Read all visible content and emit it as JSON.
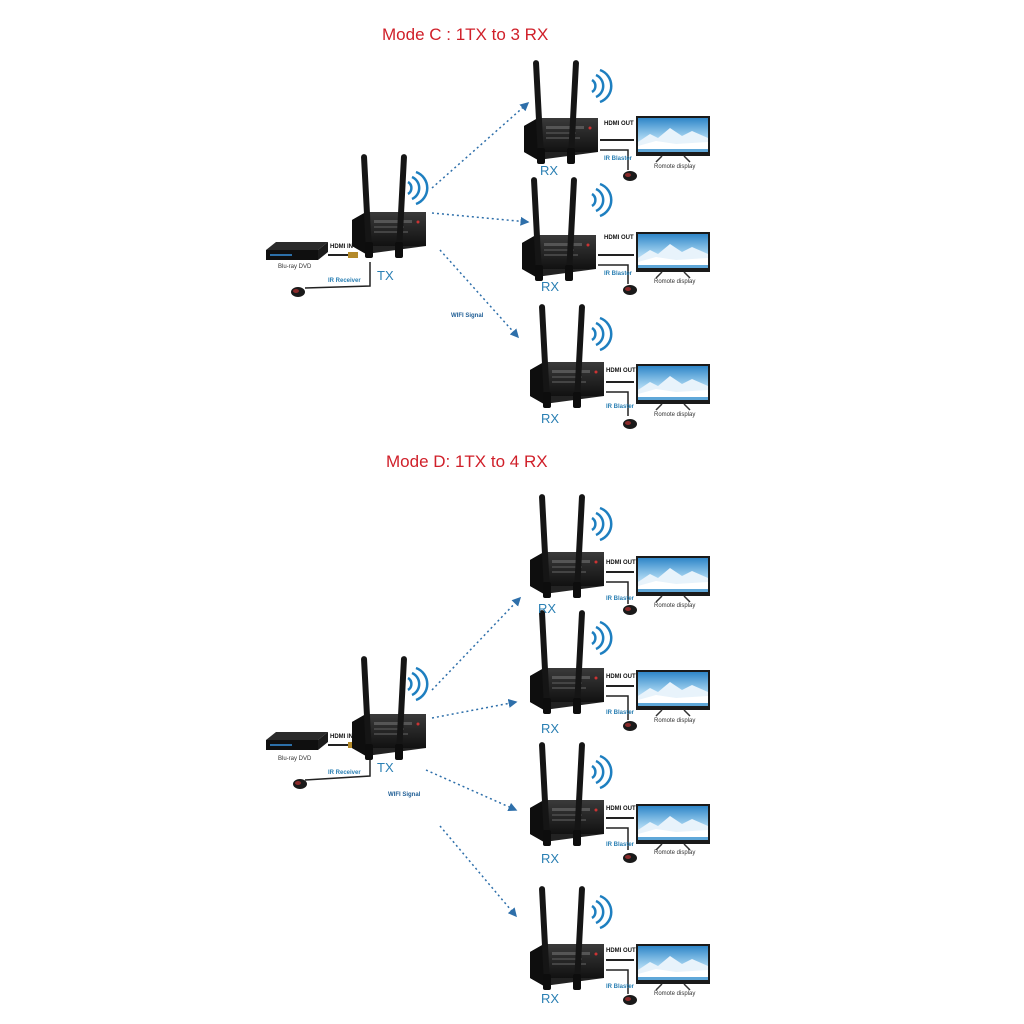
{
  "colors": {
    "title": "#d0202a",
    "accent": "#2a7fb3",
    "arrow": "#2e6faa",
    "device": "#1b1b1b"
  },
  "icons": {
    "signal": "wifi-waves-icon",
    "tv": "tv-icon",
    "antenna": "antenna-icon"
  },
  "modes": [
    {
      "title": "Mode C : 1TX to 3 RX",
      "tx": {
        "label": "TX",
        "hdmi_in": "HDMI IN",
        "source": "Blu-ray DVD",
        "ir": "IR Receiver"
      },
      "wifi": "WIFI Signal",
      "receivers": [
        {
          "label": "RX",
          "hdmi_out": "HDMI OUT",
          "ir": "IR Blaster",
          "display": "Romote display"
        },
        {
          "label": "RX",
          "hdmi_out": "HDMI OUT",
          "ir": "IR Blaster",
          "display": "Romote display"
        },
        {
          "label": "RX",
          "hdmi_out": "HDMI OUT",
          "ir": "IR Blaster",
          "display": "Romote display"
        }
      ]
    },
    {
      "title": "Mode D: 1TX to 4 RX",
      "tx": {
        "label": "TX",
        "hdmi_in": "HDMI IN",
        "source": "Blu-ray DVD",
        "ir": "IR Receiver"
      },
      "wifi": "WIFI Signal",
      "receivers": [
        {
          "label": "RX",
          "hdmi_out": "HDMI OUT",
          "ir": "IR Blaster",
          "display": "Romote display"
        },
        {
          "label": "RX",
          "hdmi_out": "HDMI OUT",
          "ir": "IR Blaster",
          "display": "Romote display"
        },
        {
          "label": "RX",
          "hdmi_out": "HDMI OUT",
          "ir": "IR Blaster",
          "display": "Romote display"
        },
        {
          "label": "RX",
          "hdmi_out": "HDMI OUT",
          "ir": "IR Blaster",
          "display": "Romote display"
        }
      ]
    }
  ]
}
